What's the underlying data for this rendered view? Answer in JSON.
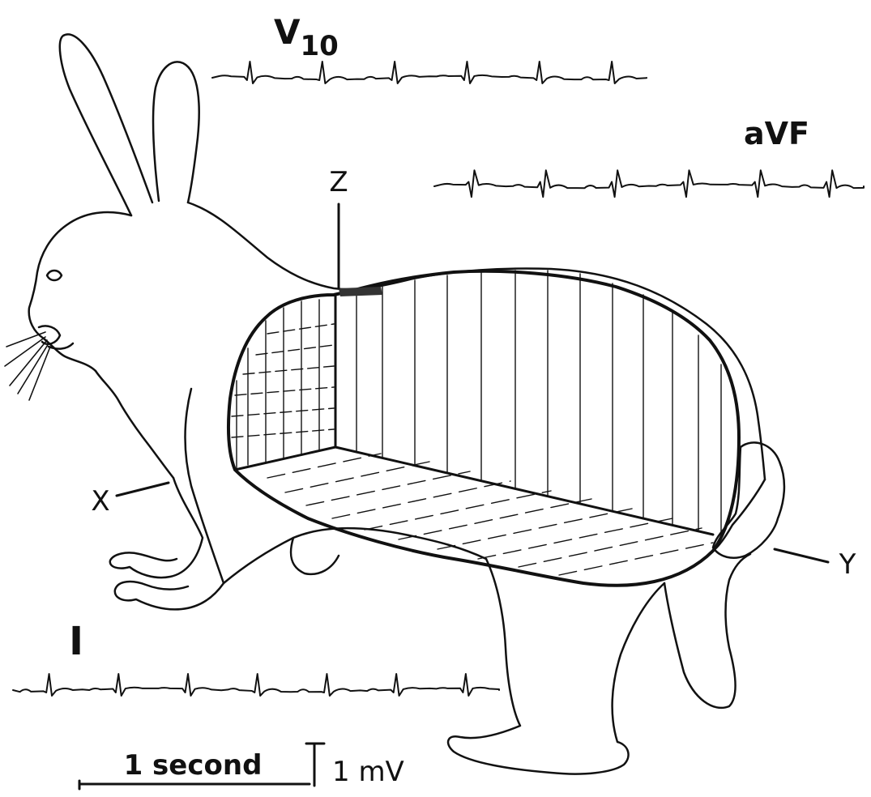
{
  "leads": {
    "v10": {
      "label": "V",
      "subscript": "10"
    },
    "avf": {
      "label": "aVF"
    },
    "lead1": {
      "label": "I"
    }
  },
  "axes": {
    "x": {
      "label": "X"
    },
    "y": {
      "label": "Y"
    },
    "z": {
      "label": "Z"
    }
  },
  "scale": {
    "time_label": "1 second",
    "voltage_label": "1 mV"
  },
  "colors": {
    "ink": "#111111",
    "background": "#ffffff"
  }
}
